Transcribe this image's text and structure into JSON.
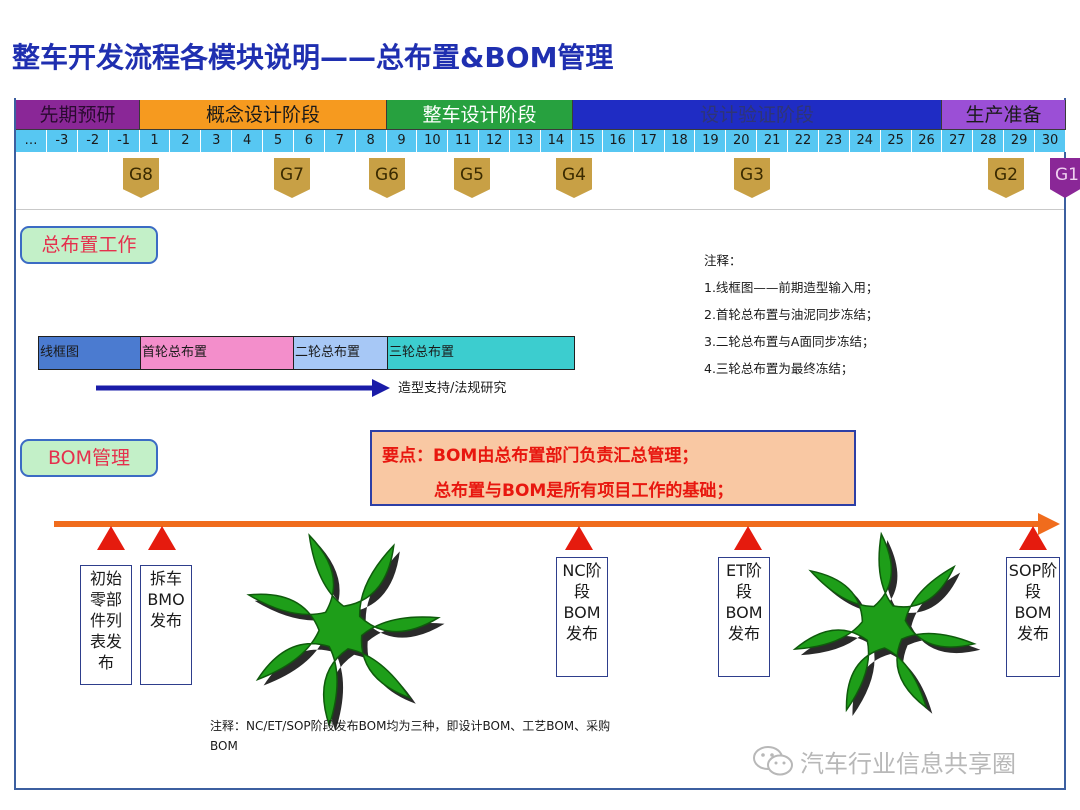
{
  "title": "整车开发流程各模块说明——总布置&BOM管理",
  "phases": [
    {
      "label": "先期预研",
      "color": "#8a2797"
    },
    {
      "label": "概念设计阶段",
      "color": "#f69a1f"
    },
    {
      "label": "整车设计阶段",
      "color": "#27a13f"
    },
    {
      "label": "设计验证阶段",
      "color": "#1f2cc4"
    },
    {
      "label": "生产准备",
      "color": "#9b4fd6"
    }
  ],
  "weeks": [
    "…",
    "-3",
    "-2",
    "-1",
    "1",
    "2",
    "3",
    "4",
    "5",
    "6",
    "7",
    "8",
    "9",
    "10",
    "11",
    "12",
    "13",
    "14",
    "15",
    "16",
    "17",
    "18",
    "19",
    "20",
    "21",
    "22",
    "23",
    "24",
    "25",
    "26",
    "27",
    "28",
    "29",
    "30"
  ],
  "gates": [
    "G8",
    "G7",
    "G6",
    "G5",
    "G4",
    "G3",
    "G2",
    "G1"
  ],
  "layout_section": {
    "pill": "总布置工作",
    "segments": [
      "线框图",
      "首轮总布置",
      "二轮总布置",
      "三轮总布置"
    ],
    "segment_colors": [
      "#4b7bd0",
      "#f38ecb",
      "#a7c8f6",
      "#3ccdcf"
    ],
    "arrow_label": "造型支持/法规研究"
  },
  "notes": {
    "heading": "注释：",
    "items": [
      "1.线框图——前期造型输入用；",
      "2.首轮总布置与油泥同步冻结；",
      "3.二轮总布置与A面同步冻结；",
      "4.三轮总布置为最终冻结；"
    ]
  },
  "bom_section": {
    "pill": "BOM管理",
    "key_point_line1": "要点：BOM由总布置部门负责汇总管理；",
    "key_point_line2": "总布置与BOM是所有项目工作的基础；",
    "milestones": [
      {
        "lines": [
          "初始",
          "零部",
          "件列",
          "表发",
          "布"
        ]
      },
      {
        "lines": [
          "拆车",
          "BMO",
          "发布"
        ]
      },
      {
        "lines": [
          "NC阶",
          "段",
          "BOM",
          "发布"
        ]
      },
      {
        "lines": [
          "ET阶",
          "段",
          "BOM",
          "发布"
        ]
      },
      {
        "lines": [
          "SOP阶",
          "段",
          "BOM",
          "发布"
        ]
      }
    ],
    "footnote": "注释：NC/ET/SOP阶段发布BOM均为三种，即设计BOM、工艺BOM、采购BOM"
  },
  "watermark": "汽车行业信息共享圈",
  "colors": {
    "title": "#1f2fb0",
    "week_bar": "#57c7f2",
    "gate": "#c8a045",
    "gate_g1": "#8a2797",
    "arrow_orange": "#f06c1d",
    "arrow_blue": "#1a1ca8",
    "plant": "#1e9e19"
  }
}
